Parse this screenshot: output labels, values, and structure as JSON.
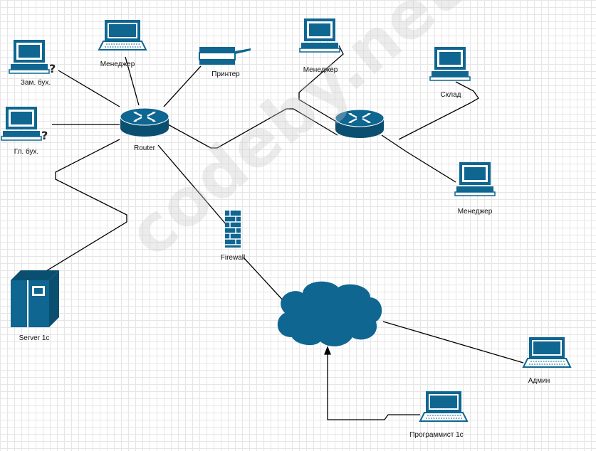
{
  "watermark": "codeby.net",
  "nodes": {
    "zam_buh": "Зам. бух.",
    "gl_buh": "Гл. бух.",
    "manager_left": "Менеджер",
    "printer": "Принтер",
    "router_main": "Router",
    "manager_top": "Менеджер",
    "sklad": "Склад",
    "manager_right": "Менеджер",
    "firewall": "Firewall",
    "server": "Server 1c",
    "admin": "Админ",
    "programmer": "Программист 1с"
  },
  "colors": {
    "device": "#0e6691",
    "device_dark": "#0a4f70",
    "line": "#000000"
  }
}
